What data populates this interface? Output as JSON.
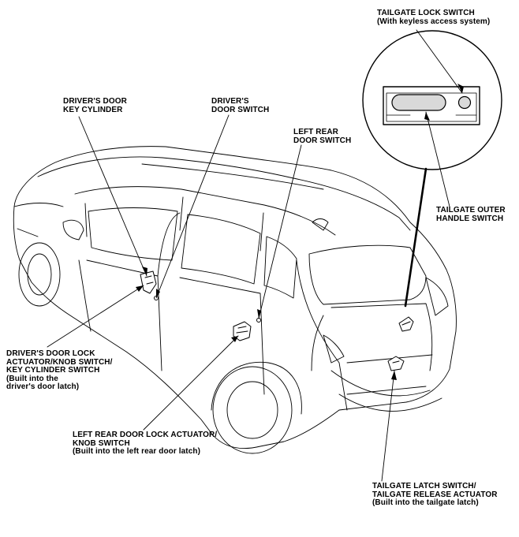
{
  "labels": {
    "tailgate_lock_switch": [
      "TAILGATE LOCK SWITCH",
      "(With keyless access system)"
    ],
    "drivers_door_key_cylinder": [
      "DRIVER'S DOOR",
      "KEY CYLINDER"
    ],
    "drivers_door_switch": [
      "DRIVER'S",
      "DOOR SWITCH"
    ],
    "left_rear_door_switch": [
      "LEFT REAR",
      "DOOR SWITCH"
    ],
    "tailgate_outer_handle_switch": [
      "TAILGATE OUTER",
      "HANDLE SWITCH"
    ],
    "drivers_door_lock_actuator": [
      "DRIVER'S DOOR LOCK",
      "ACTUATOR/KNOB SWITCH/",
      "KEY CYLINDER SWITCH",
      "(Built into the",
      "driver's door latch)"
    ],
    "left_rear_door_lock_actuator": [
      "LEFT REAR DOOR LOCK ACTUATOR/",
      "KNOB SWITCH",
      "(Built into the left rear door latch)"
    ],
    "tailgate_latch_switch": [
      "TAILGATE LATCH SWITCH/",
      "TAILGATE RELEASE ACTUATOR",
      "(Built into the tailgate latch)"
    ]
  }
}
